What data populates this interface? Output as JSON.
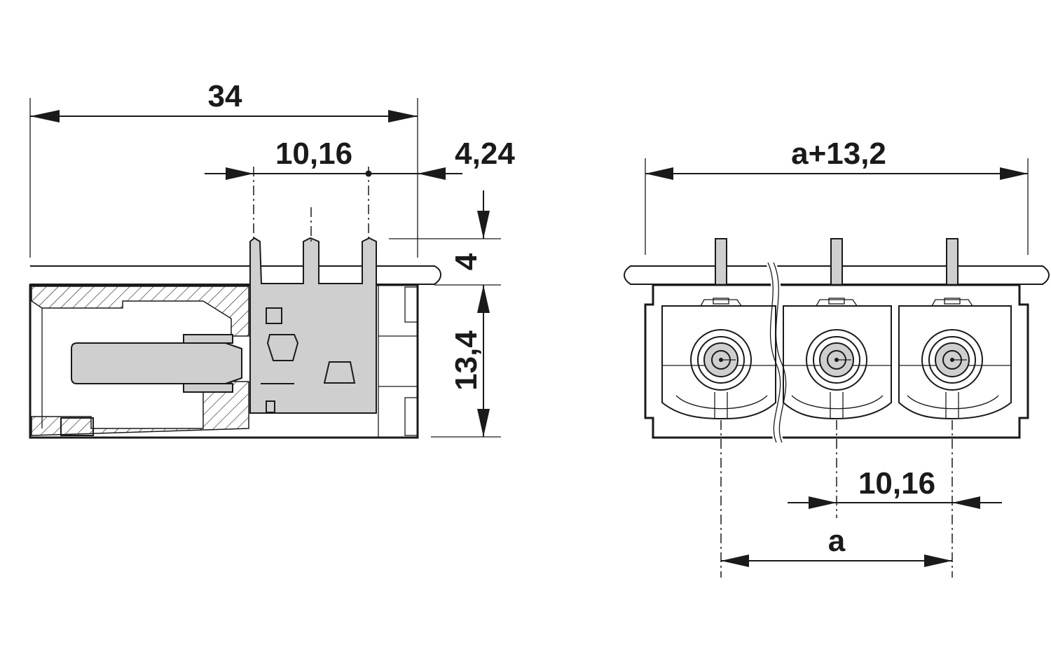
{
  "side_view": {
    "dim_total_length": "34",
    "dim_pitch": "10,16",
    "dim_offset": "4,24",
    "dim_pin_length": "4",
    "dim_height": "13,4"
  },
  "front_view": {
    "dim_total_width": "a+13,2",
    "dim_pitch": "10,16",
    "dim_a": "a"
  }
}
